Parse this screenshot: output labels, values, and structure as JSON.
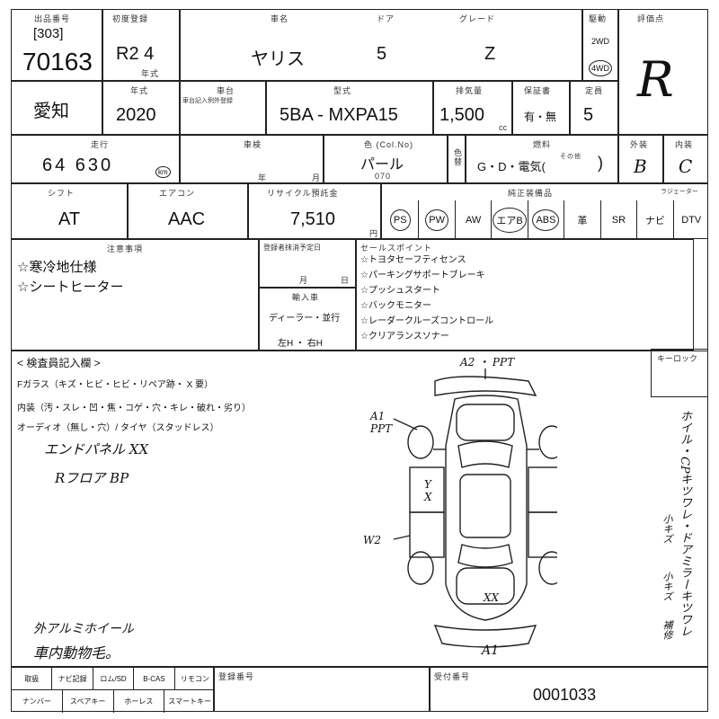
{
  "header": {
    "lot_label": "出品番号",
    "lot_prefix": "[303]",
    "lot_number": "70163",
    "first_reg_label": "初度登録",
    "first_reg_value": "R2 4",
    "first_reg_sub": "年式",
    "car_name_label": "車名",
    "car_name_value": "ヤリス",
    "doors_label": "ドア",
    "doors_value": "5",
    "grade_label": "グレード",
    "grade_value": "Z",
    "drive_label": "駆動",
    "drive_2wd": "2WD",
    "drive_4wd": "4WD",
    "score_label": "評価点",
    "score_value": "R"
  },
  "row2": {
    "region": "愛知",
    "model_year_label": "年式",
    "model_year_value": "2020",
    "chassis_label": "車台",
    "chassis_note": "車台記入例外登録",
    "model_label": "型式",
    "model_value": "5BA - MXPA15",
    "displacement_label": "排気量",
    "displacement_value": "1,500",
    "displacement_unit": "cc",
    "warranty_label": "保証書",
    "warranty_value": "有・無",
    "capacity_label": "定員",
    "capacity_value": "5"
  },
  "row3": {
    "mileage_label": "走行",
    "mileage_value": "64 630",
    "mileage_unit": "km",
    "inspection_label": "車検",
    "inspection_year": "年",
    "inspection_month": "月",
    "color_label": "色 (Col.No)",
    "color_value": "パール",
    "color_no": "070",
    "color_change": "色替",
    "fuel_label": "燃料",
    "fuel_value": "G・D・電気(",
    "fuel_other": "その他",
    "exterior_label": "外装",
    "exterior_value": "B",
    "interior_label": "内装",
    "interior_value": "C"
  },
  "row4": {
    "shift_label": "シフト",
    "shift_value": "AT",
    "ac_label": "エアコン",
    "ac_value": "AAC",
    "recycle_label": "リサイクル預託金",
    "recycle_value": "7,510",
    "recycle_unit": "円",
    "equipment_label": "純正装備品",
    "equipment": [
      "PS",
      "PW",
      "AW",
      "エアB",
      "ABS",
      "革",
      "SR",
      "ナビ",
      "DTV"
    ],
    "circled": [
      "PS",
      "PW",
      "エアB",
      "ABS"
    ],
    "equip_extra_label": "ラジェーター"
  },
  "row5": {
    "notes_label": "注意事項",
    "notes": [
      "☆寒冷地仕様",
      "☆シートヒーター"
    ],
    "reg_label": "登録者抹消予定日",
    "reg_month": "月",
    "reg_day": "日",
    "import_label": "輸入車",
    "import_value": "ディーラー・並行",
    "handle_value": "左H ・ 右H",
    "sales_label": "セールスポイント",
    "sales_points": [
      "☆トヨタセーフティセンス",
      "☆パーキングサポートブレーキ",
      "☆プッシュスタート",
      "☆バックモニター",
      "☆レーダークルーズコントロール",
      "☆クリアランスソナー"
    ]
  },
  "inspector": {
    "title": "< 検査員記入欄 >",
    "line1": "Fガラス（キズ・ヒビ・ヒビ・リペア跡・ X 要）",
    "line2": "内装（汚・スレ・凹・焦・コゲ・穴・キレ・破れ・劣り）",
    "line3": "オーディオ（無し・穴）/ タイヤ（スタッドレス）",
    "hand1": "エンドパネル XX",
    "hand2": "Rフロア BP",
    "hand3": "外アルミホイール",
    "hand4": "車内動物毛。",
    "keylock_label": "キーロック",
    "side_notes": "ホイル・CPキツワレ・ドアミラーキツワレ",
    "side_small": [
      "小キズ",
      "小キズ",
      "補修"
    ]
  },
  "diagram": {
    "mark_top": "A2 ・ PPT",
    "mark_left": "A1 PPT",
    "mark_side_y": "Y",
    "mark_side_x": "X",
    "mark_w": "W2",
    "mark_rear": "XX",
    "mark_bottom": "A1"
  },
  "footer": {
    "items_top": [
      "取扱",
      "ナビ記録",
      "ロム/SD",
      "B-CAS",
      "リモコン"
    ],
    "items_bottom": [
      "ナンバー",
      "スペアキー",
      "ホーレス",
      "スマートキー"
    ],
    "reg_no_label": "登録番号",
    "receipt_label": "受付番号",
    "receipt_value": "0001033"
  }
}
